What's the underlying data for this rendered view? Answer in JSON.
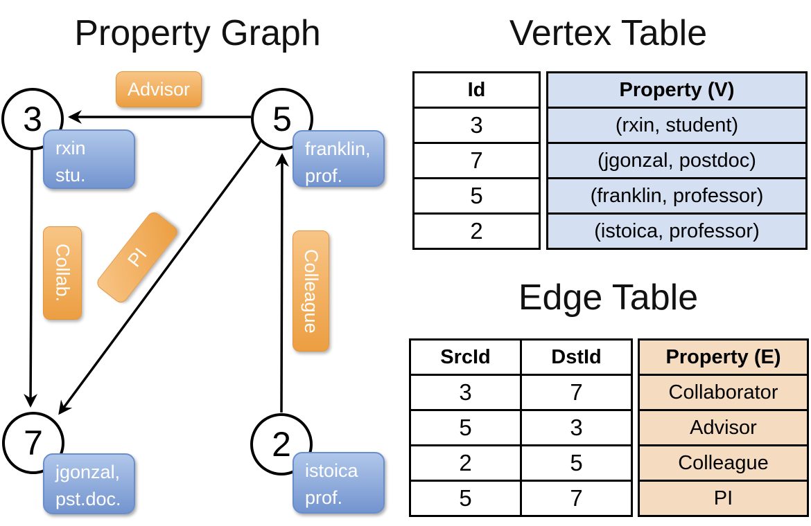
{
  "graph": {
    "title": "Property Graph",
    "nodes": [
      {
        "id": "3",
        "prop_line1": "rxin",
        "prop_line2": "stu."
      },
      {
        "id": "5",
        "prop_line1": "franklin,",
        "prop_line2": "prof."
      },
      {
        "id": "7",
        "prop_line1": "jgonzal,",
        "prop_line2": "pst.doc."
      },
      {
        "id": "2",
        "prop_line1": "istoica",
        "prop_line2": "prof."
      }
    ],
    "edge_labels": {
      "advisor": "Advisor",
      "collab": "Collab.",
      "pi": "PI",
      "colleague": "Colleague"
    }
  },
  "vertex_table": {
    "title": "Vertex Table",
    "columns": {
      "id": "Id",
      "property": "Property (V)"
    },
    "rows": [
      {
        "id": "3",
        "property": "(rxin, student)"
      },
      {
        "id": "7",
        "property": "(jgonzal, postdoc)"
      },
      {
        "id": "5",
        "property": "(franklin, professor)"
      },
      {
        "id": "2",
        "property": "(istoica, professor)"
      }
    ]
  },
  "edge_table": {
    "title": "Edge Table",
    "columns": {
      "src": "SrcId",
      "dst": "DstId",
      "property": "Property (E)"
    },
    "rows": [
      {
        "src": "3",
        "dst": "7",
        "property": "Collaborator"
      },
      {
        "src": "5",
        "dst": "3",
        "property": "Advisor"
      },
      {
        "src": "2",
        "dst": "5",
        "property": "Colleague"
      },
      {
        "src": "5",
        "dst": "7",
        "property": "PI"
      }
    ]
  },
  "colors": {
    "vertex_cell": "#d4e0f2",
    "edge_cell": "#f5dcc0",
    "vertex_box": "#7394cf",
    "edge_box": "#ec9e41",
    "line": "#000000"
  }
}
